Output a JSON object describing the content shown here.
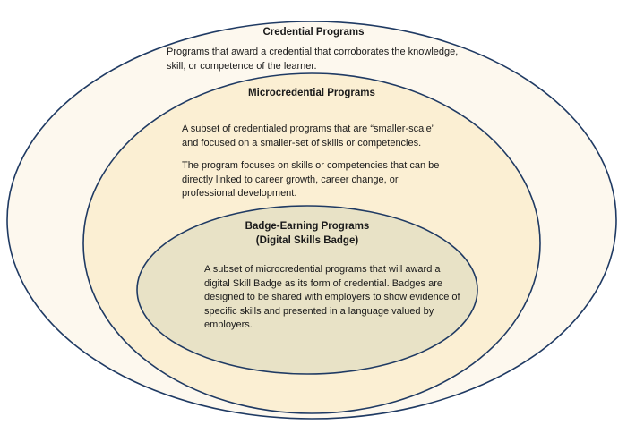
{
  "outer": {
    "title": "Credential Programs",
    "description": "Programs that award a credential that corroborates the knowledge, skill, or competence of the learner."
  },
  "middle": {
    "title": "Microcredential Programs",
    "paragraph1": "A subset of credentialed programs that are “smaller-scale” and focused on a smaller-set of skills or competencies.",
    "paragraph2": "The program focuses on skills or competencies that can be directly linked to career growth, career change, or professional development."
  },
  "inner": {
    "title_line1": "Badge-Earning Programs",
    "title_line2": "(Digital Skills Badge)",
    "description": "A subset of microcredential programs that will award a digital Skill Badge as its form of credential.  Badges are designed to be shared with employers to show evidence of specific skills and presented in a language valued by employers."
  },
  "colors": {
    "outer_fill": "#fdf8ee",
    "middle_fill": "#fbefd3",
    "inner_fill": "#e8e2c6",
    "stroke": "#1f3a63"
  }
}
